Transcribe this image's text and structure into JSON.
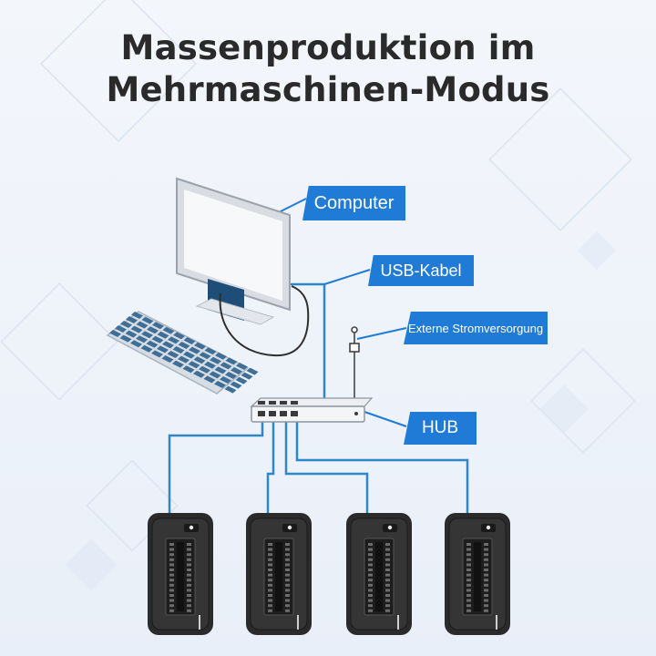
{
  "title": {
    "line1": "Massenproduktion im",
    "line2": "Mehrmaschinen-Modus"
  },
  "labels": {
    "computer": "Computer",
    "usb_cable": "USB-Kabel",
    "external_power": "Externe Stromversorgung",
    "hub": "HUB"
  },
  "device_count": 4,
  "colors": {
    "callout": "#1f7bd6",
    "cable": "#2f86c8",
    "title": "#2a2a2a",
    "keyboard": "#3f6f96",
    "device_body": "#2b2b2b"
  }
}
